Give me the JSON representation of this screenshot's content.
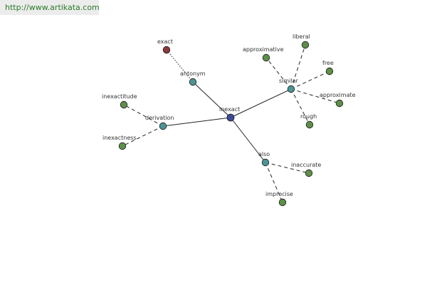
{
  "header": {
    "url": "http://www.artikata.com"
  },
  "graph": {
    "colors": {
      "center": "#3d4a99",
      "relation": "#4d9494",
      "word": "#5d8f4a",
      "antonym_word": "#8b3a3a",
      "edge": "#222222"
    },
    "nodes": [
      {
        "id": "inexact",
        "label": "inexact",
        "kind": "center"
      },
      {
        "id": "antonym",
        "label": "antonym",
        "kind": "relation"
      },
      {
        "id": "exact",
        "label": "exact",
        "kind": "antonym_word"
      },
      {
        "id": "similar",
        "label": "similar",
        "kind": "relation"
      },
      {
        "id": "approximative",
        "label": "approximative",
        "kind": "word"
      },
      {
        "id": "liberal",
        "label": "liberal",
        "kind": "word"
      },
      {
        "id": "free",
        "label": "free",
        "kind": "word"
      },
      {
        "id": "approximate",
        "label": "approximate",
        "kind": "word"
      },
      {
        "id": "rough",
        "label": "rough",
        "kind": "word"
      },
      {
        "id": "derivation",
        "label": "derivation",
        "kind": "relation"
      },
      {
        "id": "inexactitude",
        "label": "inexactitude",
        "kind": "word"
      },
      {
        "id": "inexactness",
        "label": "inexactness",
        "kind": "word"
      },
      {
        "id": "also",
        "label": "also",
        "kind": "relation"
      },
      {
        "id": "inaccurate",
        "label": "inaccurate",
        "kind": "word"
      },
      {
        "id": "imprecise",
        "label": "imprecise",
        "kind": "word"
      }
    ],
    "edges": [
      {
        "from": "inexact",
        "to": "antonym",
        "style": "solid"
      },
      {
        "from": "inexact",
        "to": "similar",
        "style": "solid"
      },
      {
        "from": "inexact",
        "to": "derivation",
        "style": "solid"
      },
      {
        "from": "inexact",
        "to": "also",
        "style": "solid"
      },
      {
        "from": "antonym",
        "to": "exact",
        "style": "dotted"
      },
      {
        "from": "similar",
        "to": "approximative",
        "style": "dashed"
      },
      {
        "from": "similar",
        "to": "liberal",
        "style": "dashed"
      },
      {
        "from": "similar",
        "to": "free",
        "style": "dashed"
      },
      {
        "from": "similar",
        "to": "approximate",
        "style": "dashed"
      },
      {
        "from": "similar",
        "to": "rough",
        "style": "dashed"
      },
      {
        "from": "derivation",
        "to": "inexactitude",
        "style": "dashed"
      },
      {
        "from": "derivation",
        "to": "inexactness",
        "style": "dashed"
      },
      {
        "from": "also",
        "to": "inaccurate",
        "style": "dashed"
      },
      {
        "from": "also",
        "to": "imprecise",
        "style": "dashed"
      }
    ]
  }
}
